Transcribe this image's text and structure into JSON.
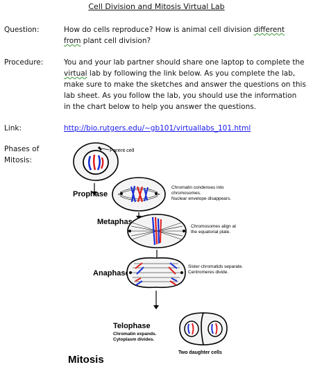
{
  "title": "Cell Division and Mitosis Virtual Lab",
  "question": {
    "label": "Question:",
    "text1": "How do cells reproduce?  How is animal cell division ",
    "squiggle1": "different",
    "squiggle2": "from",
    "text2": " plant cell division?"
  },
  "procedure": {
    "label": "Procedure:",
    "line1": "You and your lab partner should share one laptop to complete the",
    "line2_squig": "virtual",
    "line2_rest": " lab by following the link below.  As you complete the lab,",
    "line3": "make sure to make the sketches and answer the questions on this",
    "line4": "lab sheet.  As you follow the lab, you should use the information",
    "line5": "in the chart below to help you answer the questions."
  },
  "link": {
    "label": "Link:",
    "url": "http://bio.rutgers.edu/~gb101/virtuallabs_101.html"
  },
  "phases": {
    "label_line1": "Phases of",
    "label_line2": "Mitosis:"
  },
  "diagram": {
    "parent_cell": "Parent cell",
    "prophase": "Prophase",
    "prophase_note1": "Chromatin condenses into",
    "prophase_note2": "chromosomes.",
    "prophase_note3": "Nuclear envelope disappears.",
    "metaphase": "Metaphase",
    "metaphase_note1": "Chromosomes align at",
    "metaphase_note2": "the equatorial plate.",
    "anaphase": "Anaphase",
    "anaphase_note1": "Sister chromatids separate.",
    "anaphase_note2": "Centromeres divide.",
    "telophase": "Telophase",
    "telophase_note1": "Chromatin expands.",
    "telophase_note2": "Cytoplasm divides.",
    "daughter_cells": "Two daughter cells",
    "mitosis": "Mitosis",
    "colors": {
      "red": "#e02020",
      "blue": "#1a2fd6"
    }
  }
}
